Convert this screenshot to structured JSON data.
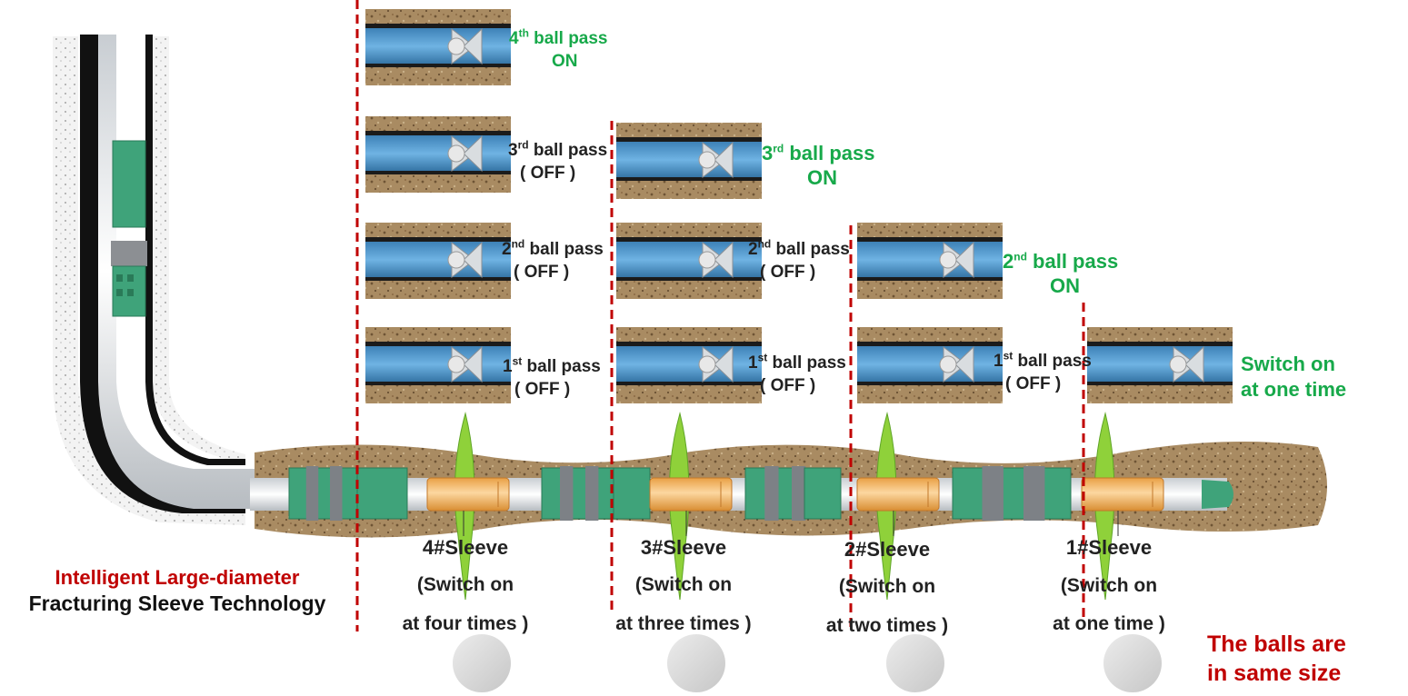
{
  "title": {
    "line1": "Intelligent Large-diameter",
    "line2": "Fracturing Sleeve Technology"
  },
  "stages": [
    {
      "sleeve": "4#Sleeve",
      "switch_line1": "(Switch on",
      "switch_line2": "at four times )",
      "passes": [
        {
          "ord": "1",
          "sup": "st",
          "text": " ball pass",
          "state": "( OFF )"
        },
        {
          "ord": "2",
          "sup": "nd",
          "text": " ball pass",
          "state": "( OFF )"
        },
        {
          "ord": "3",
          "sup": "rd",
          "text": " ball pass",
          "state": "( OFF )"
        },
        {
          "ord": "4",
          "sup": "th",
          "text": " ball pass",
          "state": "ON"
        }
      ]
    },
    {
      "sleeve": "3#Sleeve",
      "switch_line1": "(Switch on",
      "switch_line2": "at three times )",
      "passes": [
        {
          "ord": "1",
          "sup": "st",
          "text": " ball pass",
          "state": "( OFF )"
        },
        {
          "ord": "2",
          "sup": "nd",
          "text": " ball pass",
          "state": "( OFF )"
        },
        {
          "ord": "3",
          "sup": "rd",
          "text": " ball pass",
          "state": "ON"
        }
      ]
    },
    {
      "sleeve": "2#Sleeve",
      "switch_line1": "(Switch on",
      "switch_line2": "at two times )",
      "passes": [
        {
          "ord": "1",
          "sup": "st",
          "text": " ball pass",
          "state": "( OFF )"
        },
        {
          "ord": "2",
          "sup": "nd",
          "text": " ball pass",
          "state": "ON"
        }
      ]
    },
    {
      "sleeve": "1#Sleeve",
      "switch_line1": "(Switch on",
      "switch_line2": "at one time )",
      "passes": [
        {
          "line1": "Switch on",
          "line2": "at one time"
        }
      ]
    }
  ],
  "note": {
    "line1": "The balls are",
    "line2": "in same size"
  },
  "colors": {
    "green_text": "#17a94a",
    "red_text": "#c00000",
    "divider": "#c00000",
    "sleeve": "#f3b45a",
    "packer": "#3fa37a",
    "fracture": "#8fd13a",
    "ball": "#d4d4d4",
    "rock": "#8a6a45"
  }
}
